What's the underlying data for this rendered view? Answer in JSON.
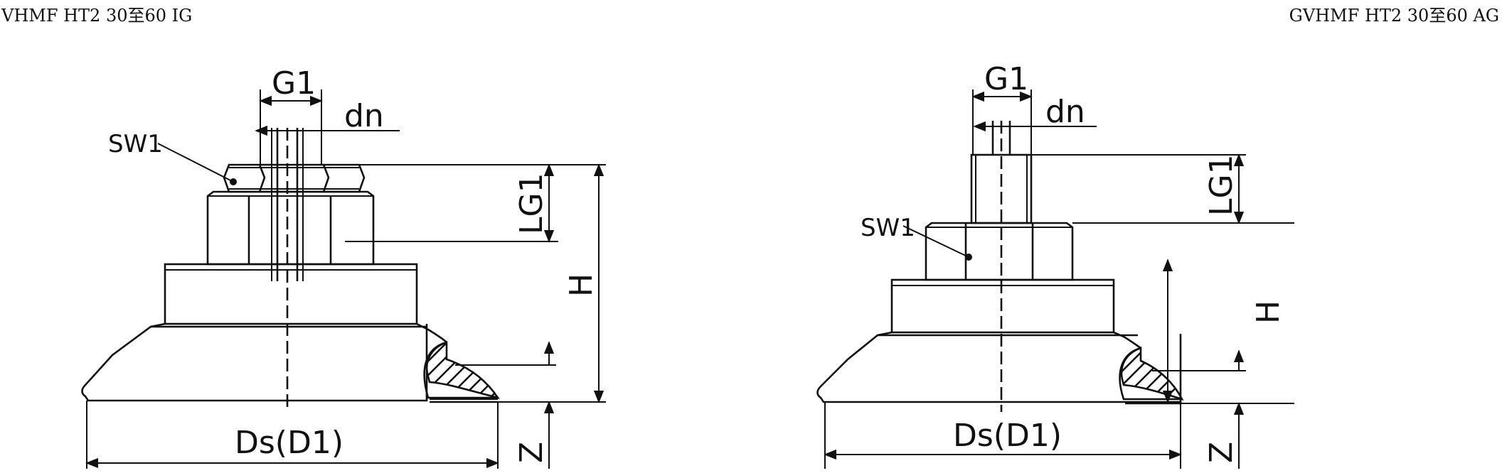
{
  "titles": {
    "left": "VHMF HT2 30至60 IG",
    "right": "GVHMF HT2 30至60 AG"
  },
  "left_view": {
    "labels": {
      "g1": "G1",
      "dn": "dn",
      "sw1": "SW1",
      "lg1": "LG1",
      "h": "H",
      "ds": "Ds(D1)",
      "z": "Z"
    }
  },
  "right_view": {
    "labels": {
      "g1": "G1",
      "dn": "dn",
      "sw1": "SW1",
      "lg1": "LG1",
      "h": "H",
      "ds": "Ds(D1)",
      "z": "Z"
    }
  }
}
